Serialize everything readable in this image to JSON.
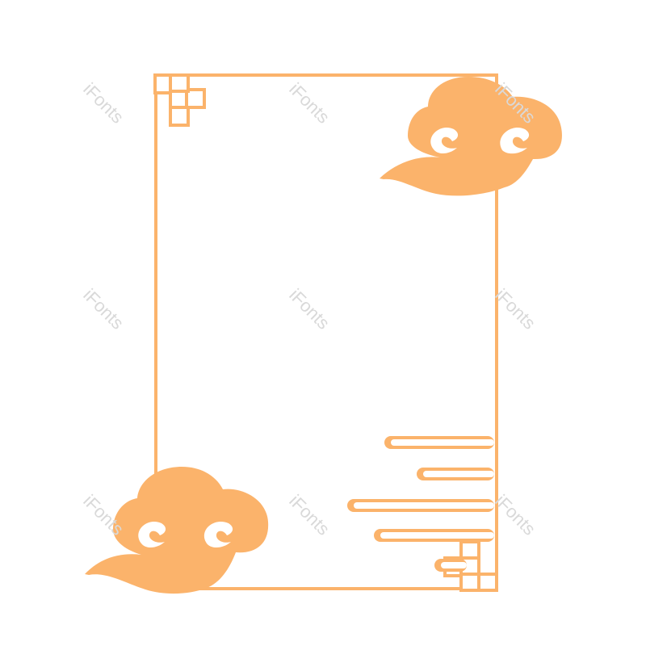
{
  "palette": {
    "accent": "#FBB36B",
    "background": "#FFFFFF",
    "watermark": "#D9D9D9"
  },
  "watermark": {
    "text": "iFonts"
  },
  "ornaments": [
    "rectangular-frame",
    "lattice-knot-top-left",
    "lattice-knot-bottom-right",
    "auspicious-cloud-top-right",
    "auspicious-cloud-bottom-left",
    "horizontal-cloud-lines"
  ]
}
